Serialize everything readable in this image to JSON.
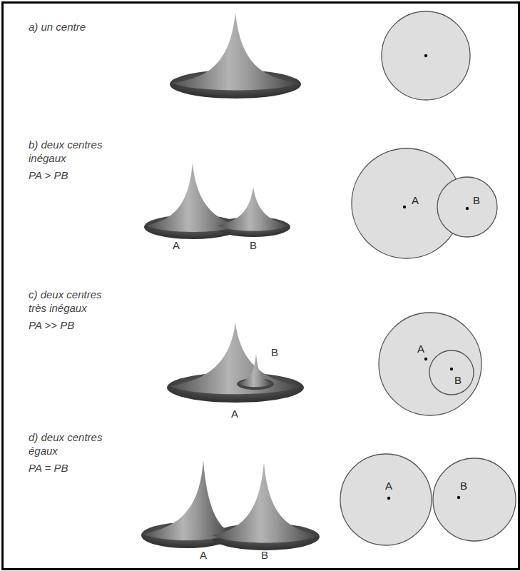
{
  "diagram": {
    "nodes": [
      {
        "text": [
          "A"
        ]
      },
      {
        "text": [
          "B"
        ]
      },
      {
        "text": [
          "A"
        ]
      },
      {
        "text": [
          "B"
        ],
        "in": 2
      },
      {
        "text": [
          "A"
        ]
      },
      {
        "text": [
          "B"
        ]
      }
    ],
    "labels": [
      "a) un centre",
      "b) deux centres inégaux",
      "PA > PB",
      "A",
      "B",
      "c) deux centres très inégaux",
      "PA >> PB",
      "B",
      "A",
      "d) deux centres égaux",
      "PA = PB",
      "A",
      "B"
    ]
  }
}
